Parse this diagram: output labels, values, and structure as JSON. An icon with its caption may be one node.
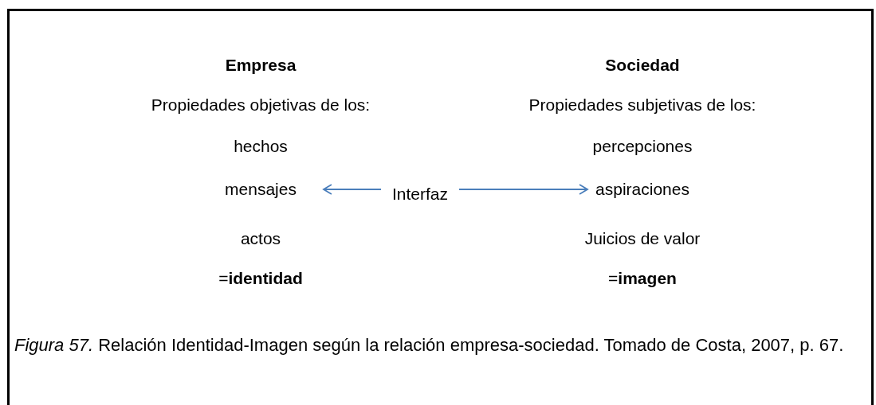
{
  "diagram": {
    "caption": "*Figura 57.* Relación Identidad-Imagen según la relación empresa-sociedad. Tomado de Costa, 2007, p. 67.",
    "nodes": [
      {
        "text": [
          "mensajes"
        ]
      },
      {
        "text": [
          "Interfaz"
        ]
      },
      {
        "text": [
          "aspiraciones"
        ]
      }
    ],
    "edges": [
      {
        "from": 1,
        "to": 0,
        "arrow": "to",
        "color": "#4a7ebb"
      },
      {
        "from": 1,
        "to": 2,
        "arrow": "to",
        "color": "#4a7ebb"
      }
    ],
    "labels": [
      "Empresa",
      "Sociedad",
      "Propiedades objetivas de los:",
      "Propiedades subjetivas de los:",
      "hechos",
      "percepciones",
      "actos",
      "Juicios de valor",
      "=**identidad**",
      "=**imagen**"
    ]
  }
}
